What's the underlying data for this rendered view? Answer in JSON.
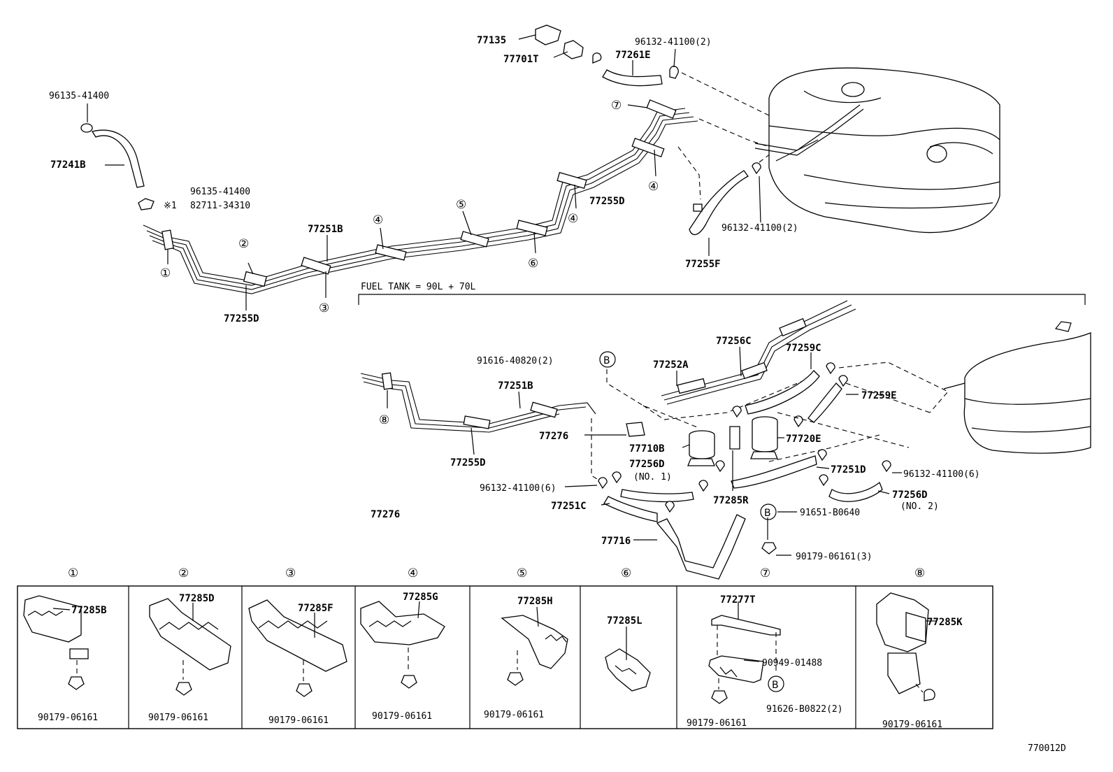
{
  "top": {
    "labels": {
      "p77135": "77135",
      "p77701T": "77701T",
      "p96132a": "96132-41100(2)",
      "p77261E": "77261E",
      "p96135a": "96135-41400",
      "p77241B": "77241B",
      "p96135b": "96135-41400",
      "p82711": "82711-34310",
      "mark1": "※1",
      "p77251B": "77251B",
      "p77255Da": "77255D",
      "p77255Db": "77255D",
      "p96132b": "96132-41100(2)",
      "p77255F": "77255F"
    },
    "circles": [
      "①",
      "②",
      "③",
      "④",
      "④",
      "④",
      "⑤",
      "⑥",
      "⑦"
    ]
  },
  "tank_section": {
    "heading": "FUEL TANK = 90L + 70L",
    "labels": {
      "p91616": "91616-40820(2)",
      "markB1": "B",
      "p77252A": "77252A",
      "p77256C": "77256C",
      "p77259C": "77259C",
      "p77259E": "77259E",
      "p77251B": "77251B",
      "p77276a": "77276",
      "p77710B": "77710B",
      "p77720E": "77720E",
      "p77256D1": "77256D",
      "no1": "(NO. 1)",
      "p77251D": "77251D",
      "p96132c": "96132-41100(6)",
      "p77255D": "77255D",
      "p96132d": "96132-41100(6)",
      "p77251C": "77251C",
      "p77285R": "77285R",
      "p77256D2": "77256D",
      "no2": "(NO. 2)",
      "p77276b": "77276",
      "markB2": "B",
      "p91651": "91651-B0640",
      "p77716": "77716",
      "p90179": "90179-06161(3)",
      "circle8": "⑧"
    }
  },
  "clamp_panels": [
    {
      "num": "①",
      "part": "77285B",
      "bolt": "90179-06161"
    },
    {
      "num": "②",
      "part": "77285D",
      "bolt": "90179-06161"
    },
    {
      "num": "③",
      "part": "77285F",
      "bolt": "90179-06161"
    },
    {
      "num": "④",
      "part": "77285G",
      "bolt": "90179-06161"
    },
    {
      "num": "⑤",
      "part": "77285H",
      "bolt": "90179-06161"
    },
    {
      "num": "⑥",
      "part": "77285L",
      "bolt": ""
    },
    {
      "num": "⑦",
      "part": "77277T",
      "bolt": "90179-06161",
      "extra1": "90949-01488",
      "markB": "B",
      "extra2": "91626-B0822(2)"
    },
    {
      "num": "⑧",
      "part": "77285K",
      "bolt": "90179-06161"
    }
  ],
  "diagram_code": "770012D"
}
